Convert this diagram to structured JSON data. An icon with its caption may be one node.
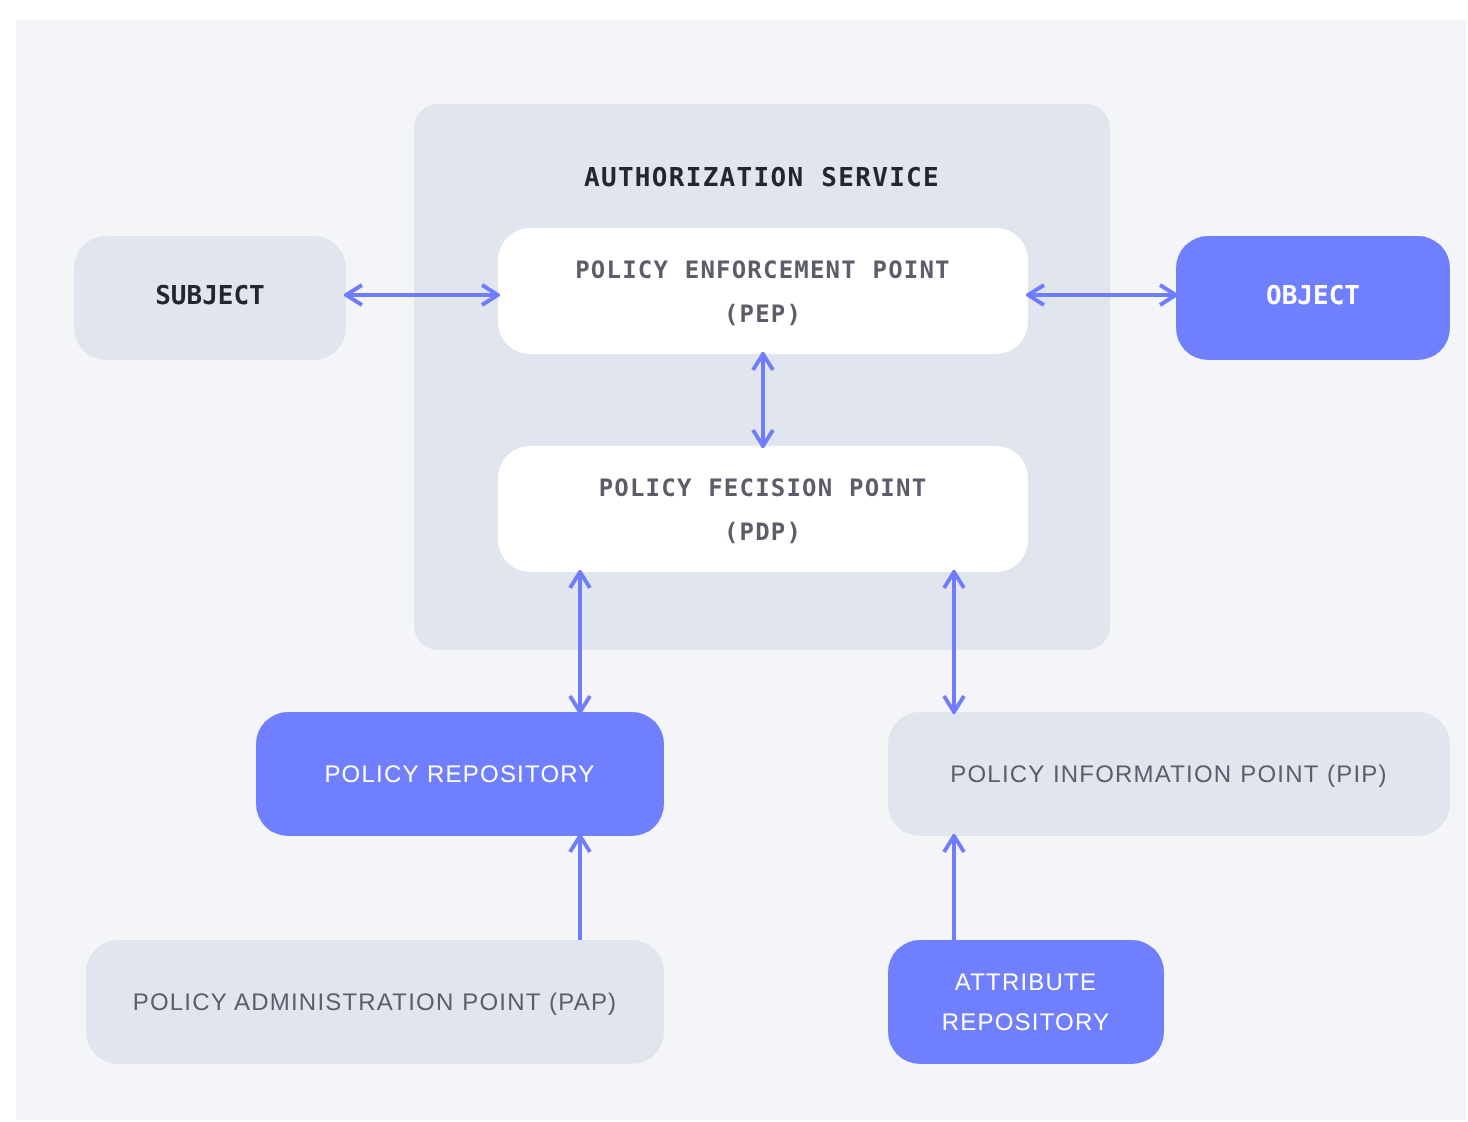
{
  "diagram": {
    "nodes": [
      {
        "text": [
          "AUTHORIZATION SERVICE"
        ]
      },
      {
        "text": [
          "POLICY ENFORCEMENT POINT (PEP)"
        ],
        "in": 0
      },
      {
        "text": [
          "POLICY FECISION POINT (PDP)"
        ],
        "in": 0
      },
      {
        "text": [
          "SUBJECT"
        ]
      },
      {
        "text": [
          "OBJECT"
        ]
      },
      {
        "text": [
          "POLICY REPOSITORY"
        ]
      },
      {
        "text": [
          "POLICY INFORMATION POINT (PIP)"
        ]
      },
      {
        "text": [
          "POLICY ADMINISTRATION POINT (PAP)"
        ]
      },
      {
        "text": [
          "ATTRIBUTE REPOSITORY"
        ]
      }
    ],
    "edges": [
      {
        "from": 3,
        "to": 1,
        "arrow": "both"
      },
      {
        "from": 1,
        "to": 4,
        "arrow": "both"
      },
      {
        "from": 1,
        "to": 2,
        "arrow": "both"
      },
      {
        "from": 2,
        "to": 5,
        "arrow": "both"
      },
      {
        "from": 2,
        "to": 6,
        "arrow": "both"
      },
      {
        "from": 7,
        "to": 5,
        "arrow": "to"
      },
      {
        "from": 8,
        "to": 6,
        "arrow": "to"
      }
    ]
  }
}
